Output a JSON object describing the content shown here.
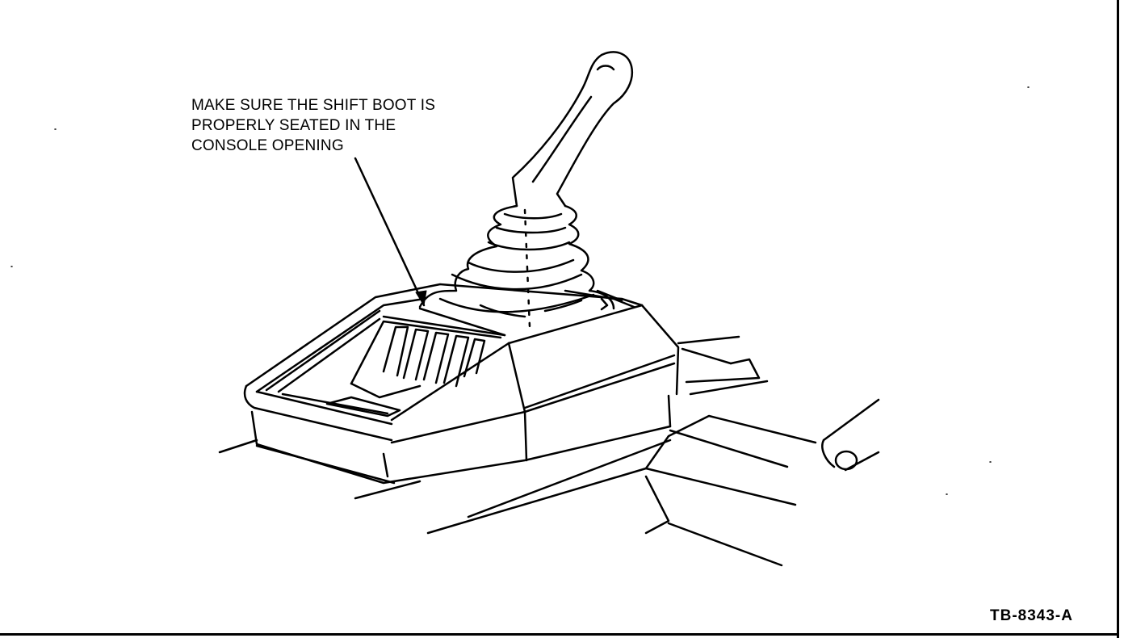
{
  "callout": {
    "line1": "MAKE SURE THE SHIFT BOOT IS",
    "line2": "PROPERLY SEATED IN THE",
    "line3": "CONSOLE OPENING"
  },
  "figure_id": "TB-8343-A",
  "illustration": {
    "subject_icons": [
      "shift-lever-icon",
      "shift-boot-icon",
      "console-icon",
      "floor-tunnel-icon",
      "pipe-icon"
    ],
    "line_color": "#000000",
    "background_color": "#ffffff"
  }
}
